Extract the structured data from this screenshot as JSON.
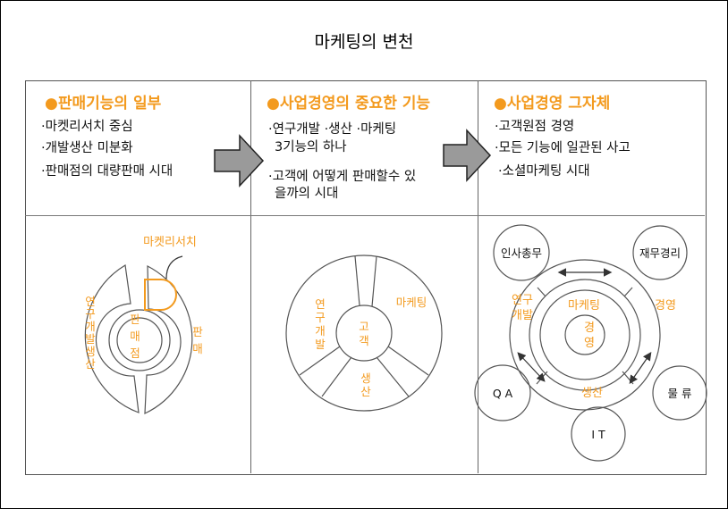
{
  "title": "마케팅의 변천",
  "panels": [
    {
      "heading": "●판매기능의 일부",
      "bullets": [
        "·마켓리서치 중심",
        "·개발생산 미분화",
        "·판매점의 대량판매 시대"
      ]
    },
    {
      "heading": "●사업경영의 중요한 기능",
      "bullets": [
        "·연구개발 ·생산 ·마케팅",
        "3기능의 하나",
        "·고객에 어떻게 판매할수 있",
        "을까의 시대"
      ]
    },
    {
      "heading": "●사업경영 그자체",
      "bullets": [
        "·고객원점 경영",
        "·모든 기능에 일관된 사고",
        "·소셜마케팅 시대"
      ]
    }
  ],
  "diagram1": {
    "market_research": "마켓리서치",
    "rnd": [
      "연",
      "구",
      "개",
      "발",
      "생",
      "산"
    ],
    "center": [
      "판",
      "매",
      "점"
    ],
    "sales": [
      "판",
      "매"
    ]
  },
  "diagram2": {
    "rnd": [
      "연",
      "구",
      "개",
      "발"
    ],
    "marketing": "마케팅",
    "center": [
      "고",
      "객"
    ],
    "production": [
      "생",
      "산"
    ]
  },
  "diagram3": {
    "hr": "인사총무",
    "finance": "재무경리",
    "rnd": [
      "연구",
      "개발"
    ],
    "marketing": "마케팅",
    "management": "경영",
    "center": [
      "경",
      "영"
    ],
    "production": "생산",
    "qa": "Q A",
    "logistics": "물 류",
    "it": "I T"
  },
  "colors": {
    "accent": "#f39a1e",
    "line": "#555555",
    "arrow_fill": "#9a9a9a"
  }
}
